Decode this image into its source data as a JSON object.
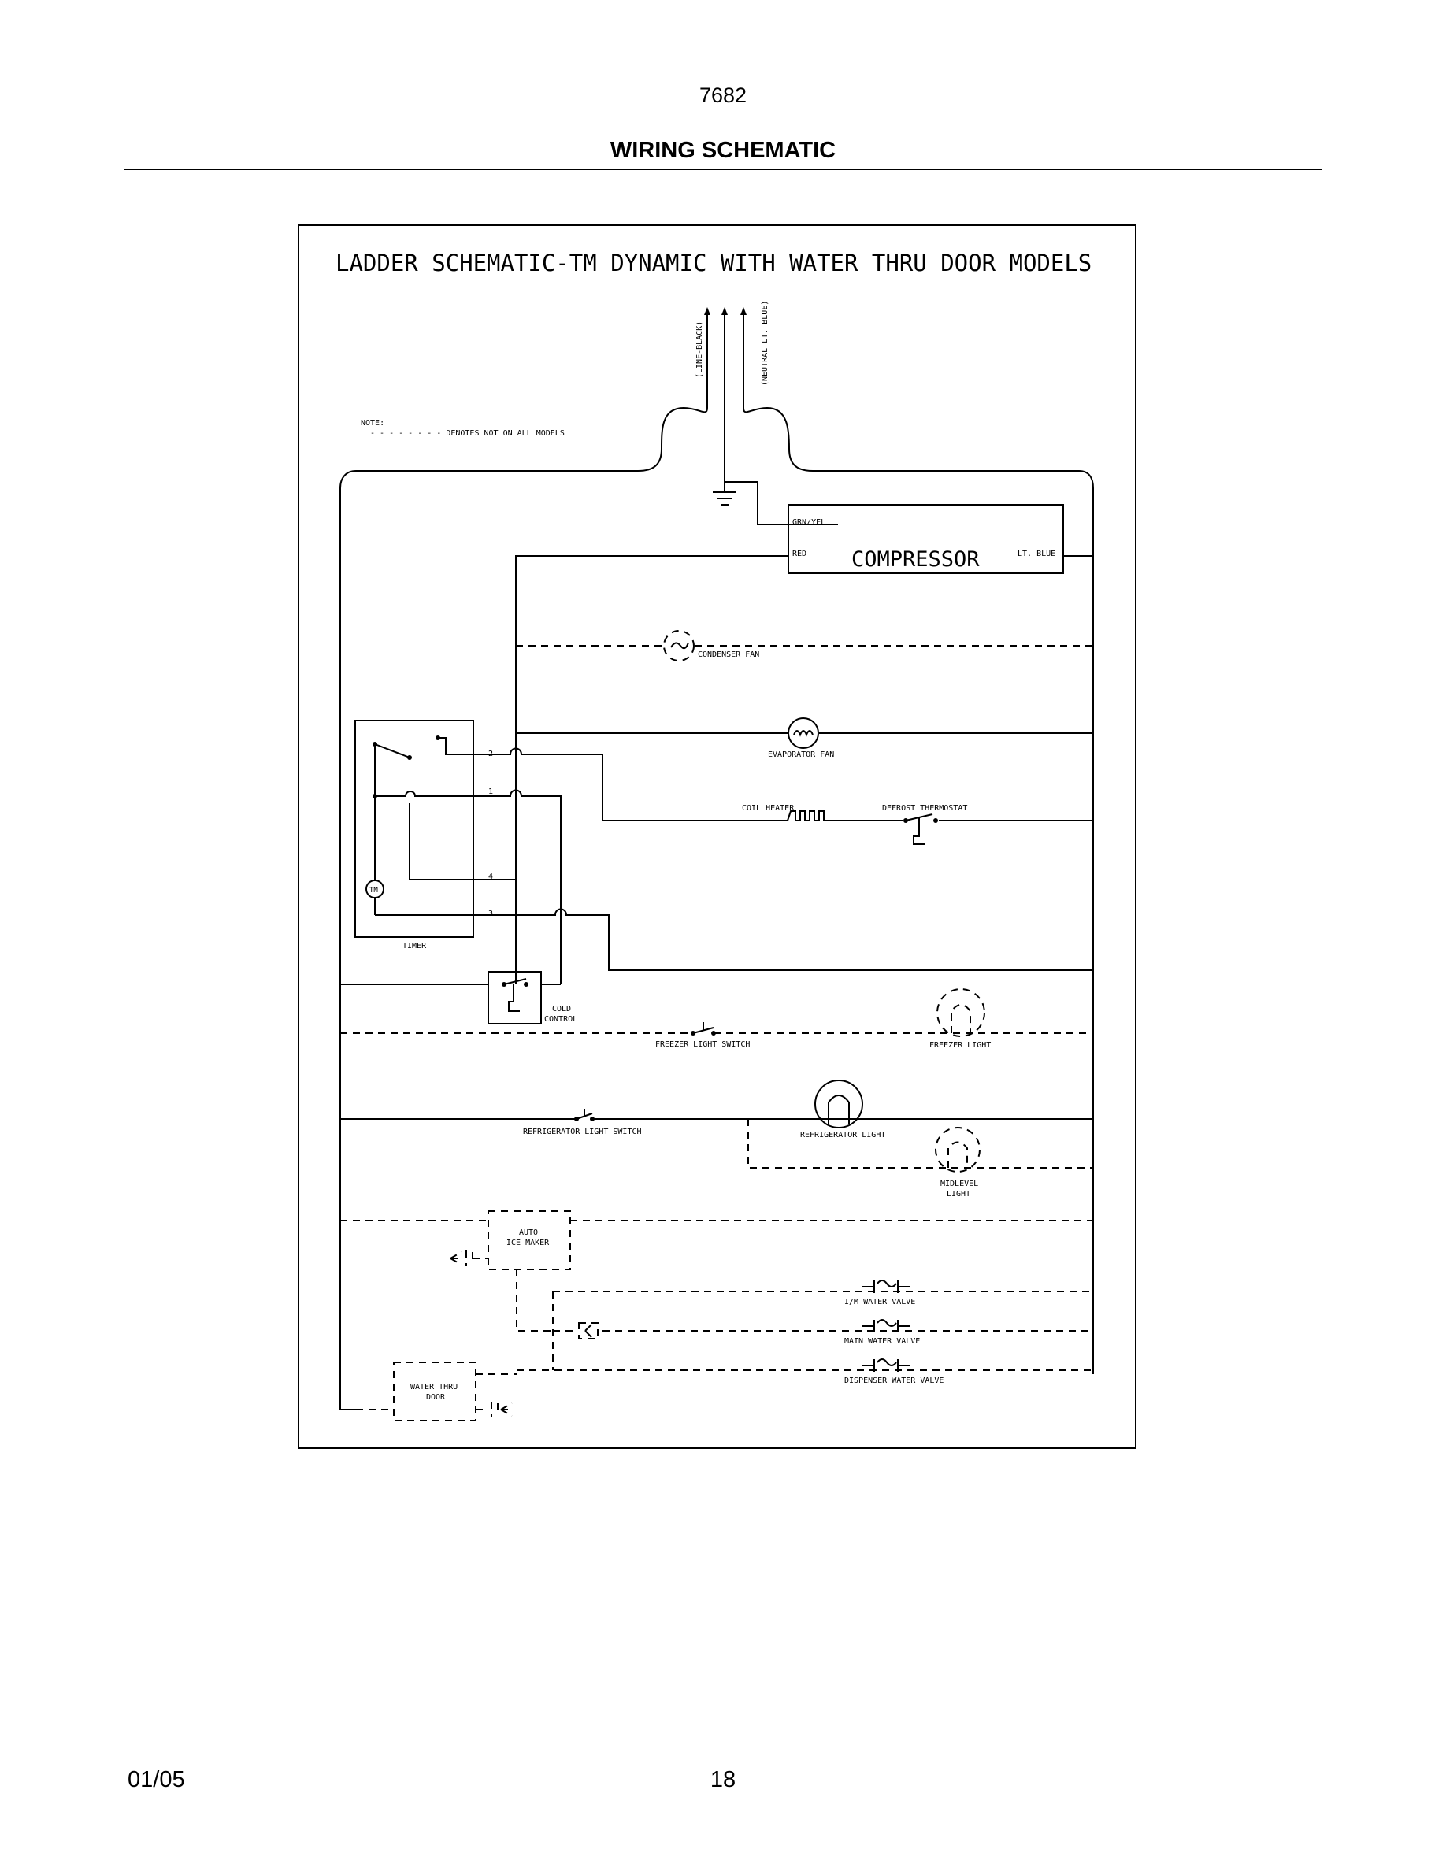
{
  "header": {
    "doc_number": "7682",
    "title": "WIRING SCHEMATIC"
  },
  "footer": {
    "date": "01/05",
    "page": "18"
  },
  "schematic": {
    "title": "LADDER SCHEMATIC-TM DYNAMIC WITH WATER THRU DOOR MODELS",
    "line_label": "(LINE-BLACK)",
    "neutral_label": "(NEUTRAL LT. BLUE)",
    "note_label": "NOTE:",
    "note_text": "- - - - - - - - DENOTES NOT ON ALL MODELS",
    "compressor": {
      "name": "COMPRESSOR",
      "grn_yel": "GRN/YEL",
      "red": "RED",
      "lt_blue": "LT. BLUE"
    },
    "components": {
      "condenser_fan": "CONDENSER FAN",
      "evaporator_fan": "EVAPORATOR FAN",
      "coil_heater": "COIL HEATER",
      "defrost_thermostat": "DEFROST THERMOSTAT",
      "cold_control_1": "COLD",
      "cold_control_2": "CONTROL",
      "freezer_light_switch": "FREEZER LIGHT SWITCH",
      "freezer_light": "FREEZER LIGHT",
      "refrigerator_light_switch": "REFRIGERATOR LIGHT SWITCH",
      "refrigerator_light": "REFRIGERATOR LIGHT",
      "midlevel_light_1": "MIDLEVEL",
      "midlevel_light_2": "LIGHT",
      "ice_maker_1": "AUTO",
      "ice_maker_2": "ICE MAKER",
      "im_water_valve": "I/M WATER VALVE",
      "main_water_valve": "MAIN WATER VALVE",
      "dispenser_water_valve": "DISPENSER WATER VALVE",
      "water_thru_door_1": "WATER THRU",
      "water_thru_door_2": "DOOR"
    },
    "timer": {
      "name": "TIMER",
      "motor": "TM",
      "terminals": [
        "2",
        "1",
        "4",
        "3"
      ]
    }
  }
}
